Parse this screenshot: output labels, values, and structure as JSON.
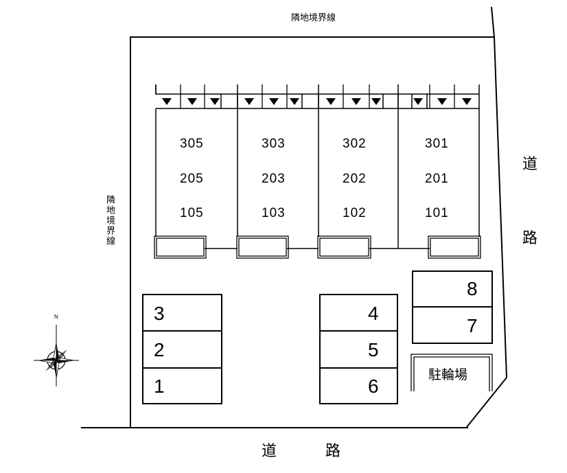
{
  "borders": {
    "top_label": "隣地境界線",
    "left_label": "隣地境界線"
  },
  "roads": {
    "right_label": "道路",
    "right_chars": [
      "道",
      "路"
    ],
    "bottom_chars": [
      "道",
      "路"
    ]
  },
  "compass": {
    "north_label": "N"
  },
  "buildings": [
    {
      "units": [
        "305",
        "205",
        "105"
      ]
    },
    {
      "units": [
        "303",
        "203",
        "103"
      ]
    },
    {
      "units": [
        "302",
        "202",
        "102"
      ]
    },
    {
      "units": [
        "301",
        "201",
        "101"
      ]
    }
  ],
  "parking": {
    "left_column": [
      "3",
      "2",
      "1"
    ],
    "middle_column": [
      "4",
      "5",
      "6"
    ],
    "right_column": [
      "8",
      "7"
    ]
  },
  "bicycle_parking_label": "駐輪場"
}
